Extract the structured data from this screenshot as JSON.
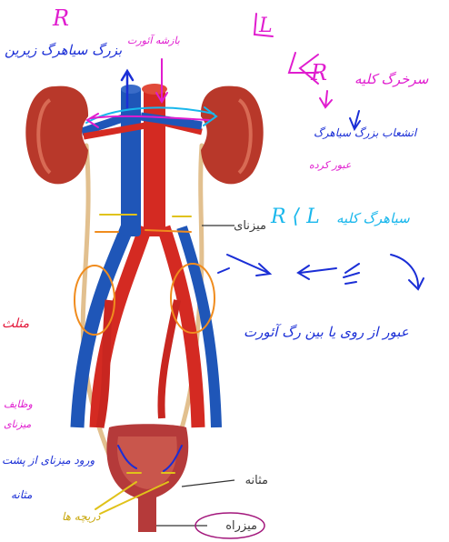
{
  "labels": {
    "ureter": "میزنای",
    "bladder": "مثانه",
    "urethra": "میزراه"
  },
  "annotations": {
    "top_R": "R",
    "top_L": "L",
    "upper_left_note": "بزرگ سیاهرگ زیرین",
    "top_pink_note": "بازشه آئورت",
    "right_R": "R",
    "right_pink_note": "سرخرگ کلیه",
    "right_blue_note1": "انشعاب بزرگ سیاهرگ",
    "right_pink_note2": "عبور کرده",
    "rl_label": "R ⟨ L",
    "cyan_note": "سیاهرگ کلیه",
    "bottom_right_note": "عبور از روی یا بین رگ آئورت",
    "left_red_note": "مثلث",
    "left_pink_note1": "وظایف",
    "left_pink_note2": "میزنای",
    "left_blue_note1": "ورود میزنای از پشت",
    "left_blue_note2": "مثانه",
    "yellow_note": "دریچه ها"
  },
  "colors": {
    "kidney": "#b8382a",
    "aorta": "#d42a22",
    "vena_cava": "#1f56b8",
    "ureter": "#e2c08f",
    "bladder": "#b53a3a",
    "annotation_pink": "#e01ccf",
    "annotation_blue": "#1a2ed6",
    "annotation_cyan": "#19b7ec",
    "annotation_orange": "#f08c1e",
    "annotation_yellow": "#e0c21a"
  }
}
